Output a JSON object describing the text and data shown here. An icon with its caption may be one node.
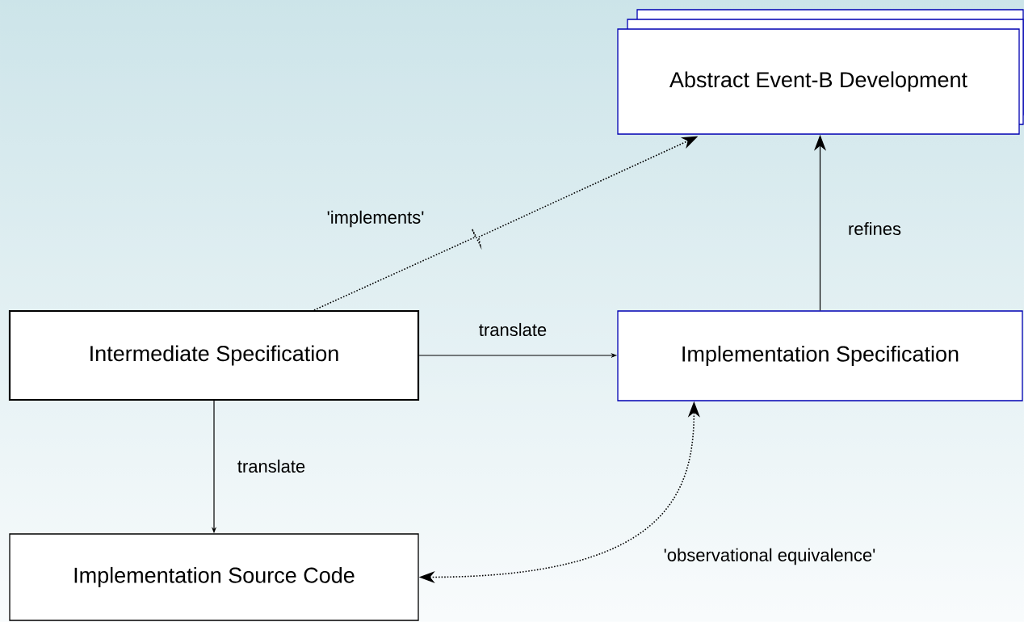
{
  "diagram": {
    "nodes": [
      {
        "text": [
          "Abstract Event-B Development"
        ]
      },
      {
        "text": [
          "Intermediate Specification"
        ]
      },
      {
        "text": [
          "Implementation Specification"
        ]
      },
      {
        "text": [
          "Implementation Source Code"
        ]
      }
    ],
    "edges": [
      {
        "from": 1,
        "to": 0,
        "arrow": "to",
        "label": "'implements'",
        "style": "dashed"
      },
      {
        "from": 2,
        "to": 0,
        "arrow": "to",
        "label": "refines"
      },
      {
        "from": 1,
        "to": 2,
        "arrow": "to",
        "label": "translate"
      },
      {
        "from": 1,
        "to": 3,
        "arrow": "to",
        "label": "translate"
      },
      {
        "from": 3,
        "to": 2,
        "arrow": "both",
        "label": "'observational equivalence'",
        "style": "dashed"
      }
    ]
  }
}
